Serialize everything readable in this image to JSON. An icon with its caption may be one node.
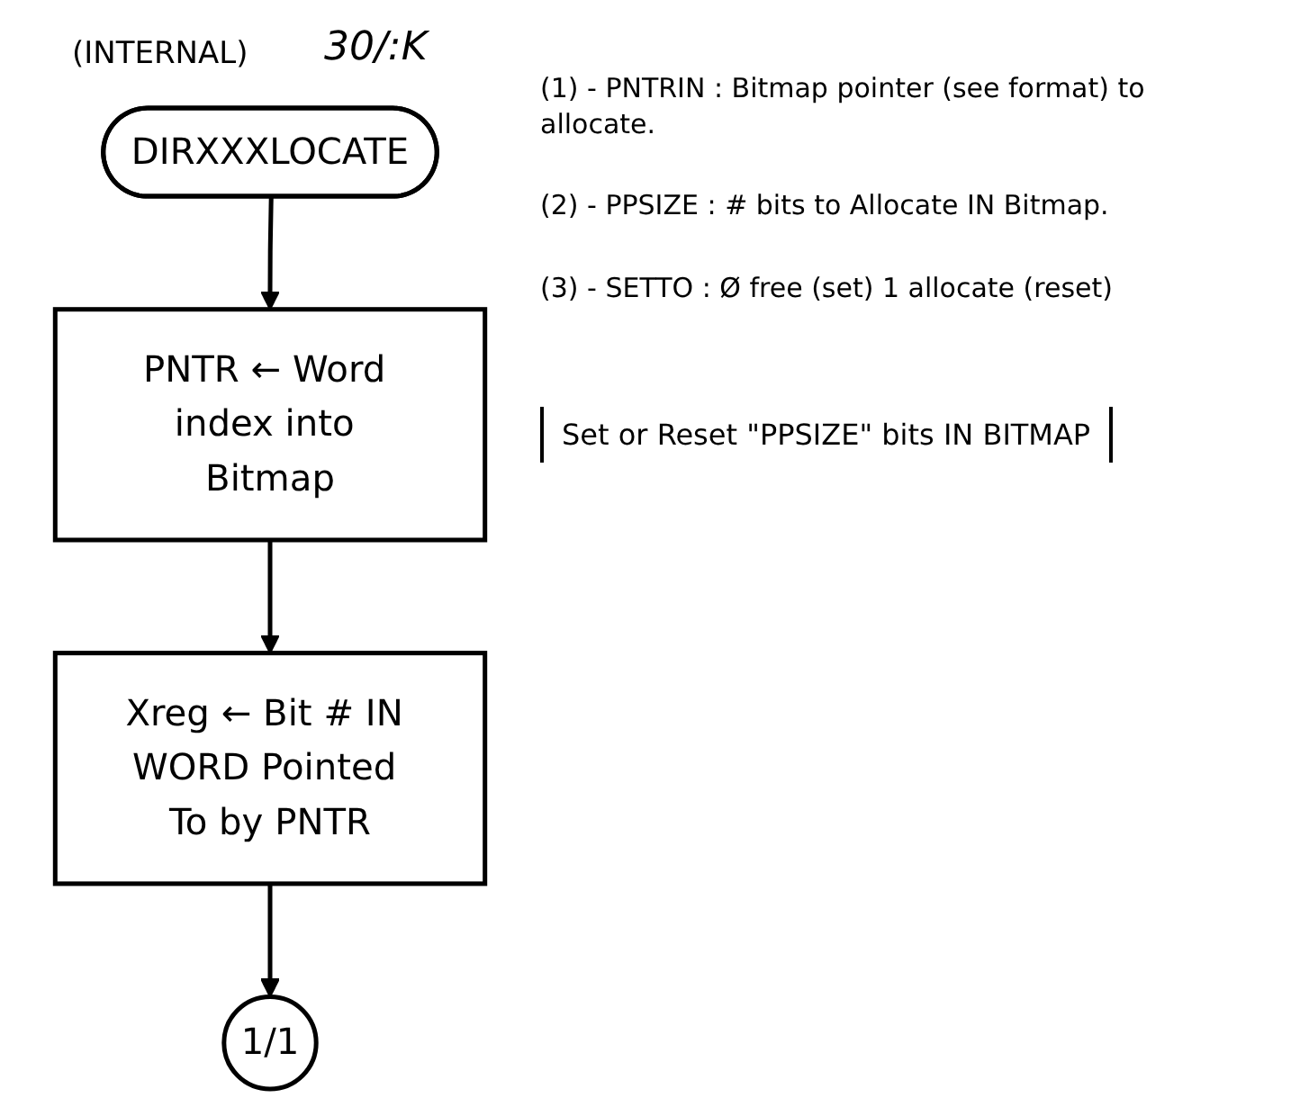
{
  "diagram": {
    "nodes": [
      {
        "text": [
          "DIRXXXLOCATE"
        ],
        "beside": [
          "(INTERNAL)"
        ]
      },
      {
        "text": [
          "PNTR ← Word index into Bitmap"
        ]
      },
      {
        "text": [
          "Xreg ← Bit # IN WORD Pointed To by PNTR"
        ]
      },
      {
        "text": [
          "1/1"
        ]
      }
    ],
    "edges": [
      {
        "from": 0,
        "to": 1,
        "arrow": "to"
      },
      {
        "from": 1,
        "to": 2,
        "arrow": "to"
      },
      {
        "from": 2,
        "to": 3,
        "arrow": "to"
      }
    ],
    "labels": [
      "30/:K",
      "(1) - PNTRIN : Bitmap pointer (see format) to allocate.",
      "(2) - PPSIZE : # bits to Allocate IN Bitmap.",
      "(3) - SETTO : Ø free (set) 1 allocate (reset)",
      "Set or Reset \"PPSIZE\" bits IN BITMAP"
    ]
  }
}
